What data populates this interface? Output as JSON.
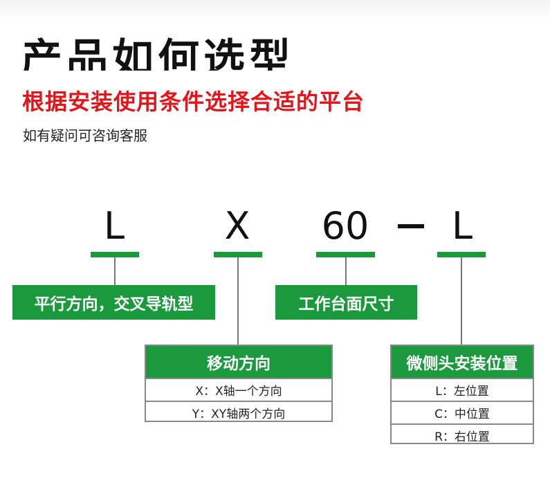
{
  "heading": {
    "title": "产品如何选型",
    "subtitle": "根据安装使用条件选择合适的平台",
    "note": "如有疑问可咨询客服"
  },
  "model_code": {
    "part1": "L",
    "part2": "X",
    "part3": "60",
    "part4": "L"
  },
  "labels": {
    "guide_type": "平行方向，交叉导轨型",
    "table_size": "工作台面尺寸"
  },
  "move_table": {
    "header": "移动方向",
    "rows": [
      "X：X轴一个方向",
      "Y：XY轴两个方向"
    ]
  },
  "micro_table": {
    "header": "微侧头安装位置",
    "rows": [
      "L：左位置",
      "C：中位置",
      "R：右位置"
    ]
  },
  "colors": {
    "accent_green": "#1a9a3c",
    "accent_red": "#e3151a"
  }
}
